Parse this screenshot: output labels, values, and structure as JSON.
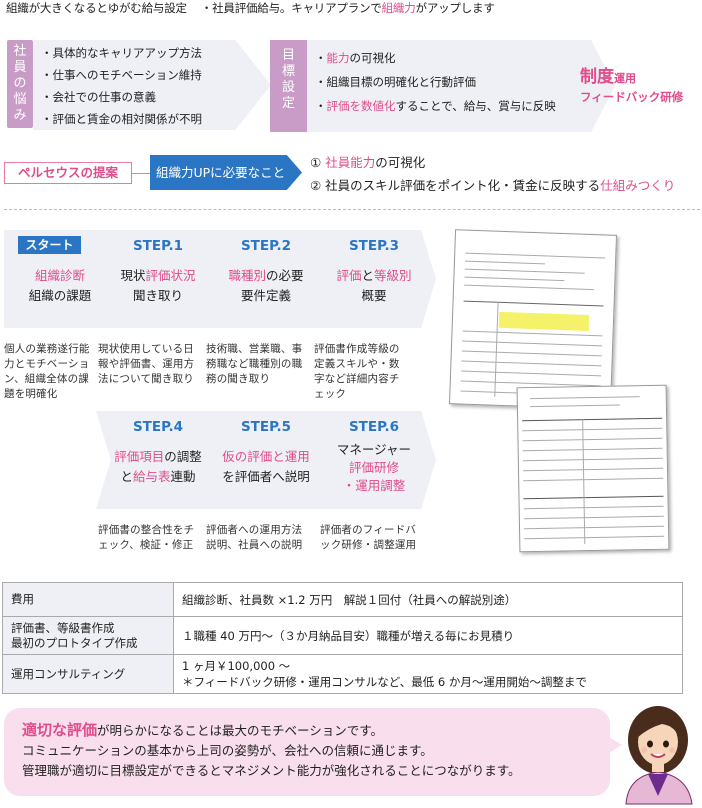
{
  "top": {
    "intro_a": "組織が大きくなるとゆがむ給与設定",
    "intro_b_pre": "・社員評価給与。キャリアプランで",
    "intro_b_hl": "組織力",
    "intro_b_post": "がアップします"
  },
  "worries": {
    "label_chars": [
      "社",
      "員",
      "の",
      "悩",
      "み"
    ],
    "items": [
      "・具体的なキャリアアップ方法",
      "・仕事へのモチベーション維持",
      "・会社での仕事の意義",
      "・評価と賃金の相対関係が不明"
    ]
  },
  "goals": {
    "label_chars": [
      "目",
      "標",
      "設",
      "定"
    ],
    "item1_hl": "能力",
    "item1_rest": "の可視化",
    "item2": "・組織目標の明確化と行動評価",
    "item3_hl": "評価を数値化",
    "item3_rest": "することで、給与、賞与に反映"
  },
  "result": {
    "title": "制度",
    "title_small": "運用",
    "subtitle": "フィードバック研修"
  },
  "proposal": {
    "label": "ペルセウスの提案",
    "need": "組織力UPに必要なこと",
    "item1_pre": "① ",
    "item1_hl": "社員能力",
    "item1_post": "の可視化",
    "item2_pre": "② 社員のスキル評価をポイント化・賃金に反映する",
    "item2_hl": "仕組みつくり"
  },
  "steps": {
    "start": {
      "badge": "スタート",
      "l1": "組織診断",
      "l2": "組織の課題",
      "desc": "個人の業務遂行能力とモチベーション、組織全体の課題を明確化"
    },
    "s1": {
      "head": "STEP.1",
      "l1a": "現状",
      "l1b": "評価状況",
      "l2": "聞き取り",
      "desc": "現状使用している日報や評価書、運用方法について聞き取り"
    },
    "s2": {
      "head": "STEP.2",
      "l1a": "職種別",
      "l1b": "の必要",
      "l2": "要件定義",
      "desc": "技術職、営業職、事務職など職種別の職務の聞き取り"
    },
    "s3": {
      "head": "STEP.3",
      "l1a": "評価",
      "l1b": "と",
      "l1c": "等級別",
      "l2": "概要",
      "desc": "評価書作成等級の定義スキルや・数字など詳細内容チェック"
    },
    "s4": {
      "head": "STEP.4",
      "l1a": "評価項目",
      "l1b": "の調整",
      "l2a": "と",
      "l2b": "給与表",
      "l2c": "連動",
      "desc": "評価書の整合性をチェック、検証・修正"
    },
    "s5": {
      "head": "STEP.5",
      "l1": "仮の評価と運用",
      "l2": "を評価者へ説明",
      "desc": "評価者への運用方法説明、社員への説明"
    },
    "s6": {
      "head": "STEP.6",
      "l1": "マネージャー",
      "l2": "評価研修",
      "l3": "・運用調整",
      "desc": "評価者のフィードバック研修・調整運用"
    }
  },
  "costs": [
    {
      "label": "費用",
      "value": "組織診断、社員数 ×1.2 万円　解説１回付（社員への解説別途）"
    },
    {
      "label": "評価書、等級書作成\n最初のプロトタイプ作成",
      "value": "１職種 40 万円〜（３か月納品目安）職種が増える毎にお見積り"
    },
    {
      "label": "運用コンサルティング",
      "value": "1 ヶ月￥100,000 〜\n＊フィードバック研修・運用コンサルなど、最低 6 か月〜運用開始〜調整まで"
    }
  ],
  "bubble": {
    "l1_hl": "適切な評価",
    "l1_rest": "が明らかになることは最大のモチベーションです。",
    "l2": "コミュニケーションの基本から上司の姿勢が、会社への信頼に通じます。",
    "l3": "管理職が適切に目標設定ができるとマネジメント能力が強化されることにつながります。"
  },
  "colors": {
    "accent_blue": "#2a76c4",
    "accent_pink": "#e04c8c",
    "label_purple": "#c99cc7",
    "panel_bg": "#eef0f6",
    "bubble_bg": "#f9dfee"
  }
}
